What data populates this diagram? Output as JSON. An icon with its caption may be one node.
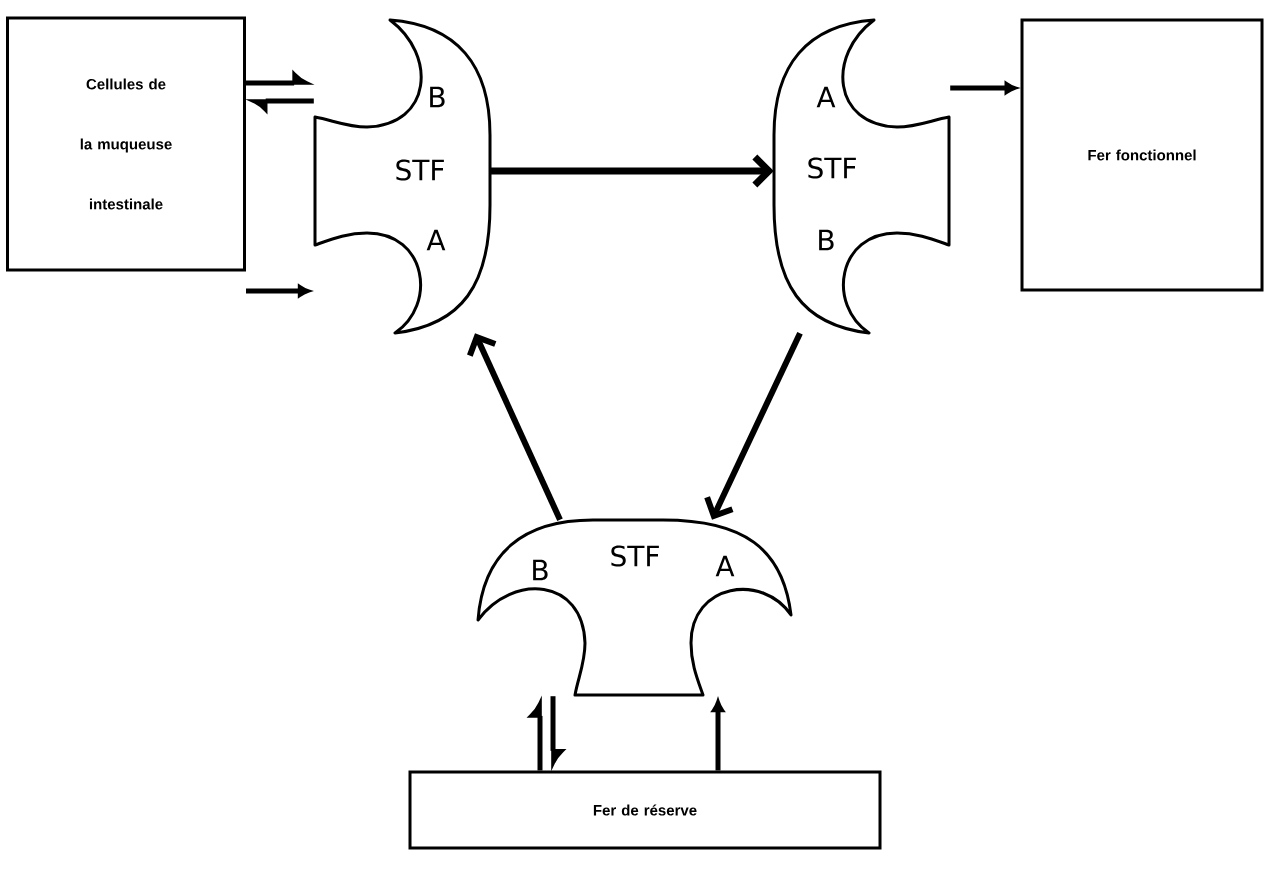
{
  "diagram": {
    "nodes": [
      {
        "text": [
          "Cellules de la muqueuse intestinale"
        ]
      },
      {
        "text": [
          "B",
          "STF",
          "A"
        ]
      },
      {
        "text": [
          "A",
          "STF",
          "B"
        ]
      },
      {
        "text": [
          "Fer fonctionnel"
        ]
      },
      {
        "text": [
          "B",
          "STF",
          "A"
        ]
      },
      {
        "text": [
          "Fer de réserve"
        ]
      }
    ],
    "edges": [
      {
        "from": 0,
        "to": 1,
        "arrow": "to"
      },
      {
        "from": 1,
        "to": 0,
        "arrow": "to"
      },
      {
        "from": 0,
        "to": 1,
        "arrow": "to"
      },
      {
        "from": 1,
        "to": 2,
        "arrow": "to"
      },
      {
        "from": 2,
        "to": 3,
        "arrow": "to"
      },
      {
        "from": 2,
        "to": 4,
        "arrow": "to"
      },
      {
        "from": 4,
        "to": 1,
        "arrow": "to"
      },
      {
        "from": 5,
        "to": 4,
        "arrow": "to"
      },
      {
        "from": 4,
        "to": 5,
        "arrow": "to"
      },
      {
        "from": 5,
        "to": 4,
        "arrow": "to"
      }
    ]
  }
}
